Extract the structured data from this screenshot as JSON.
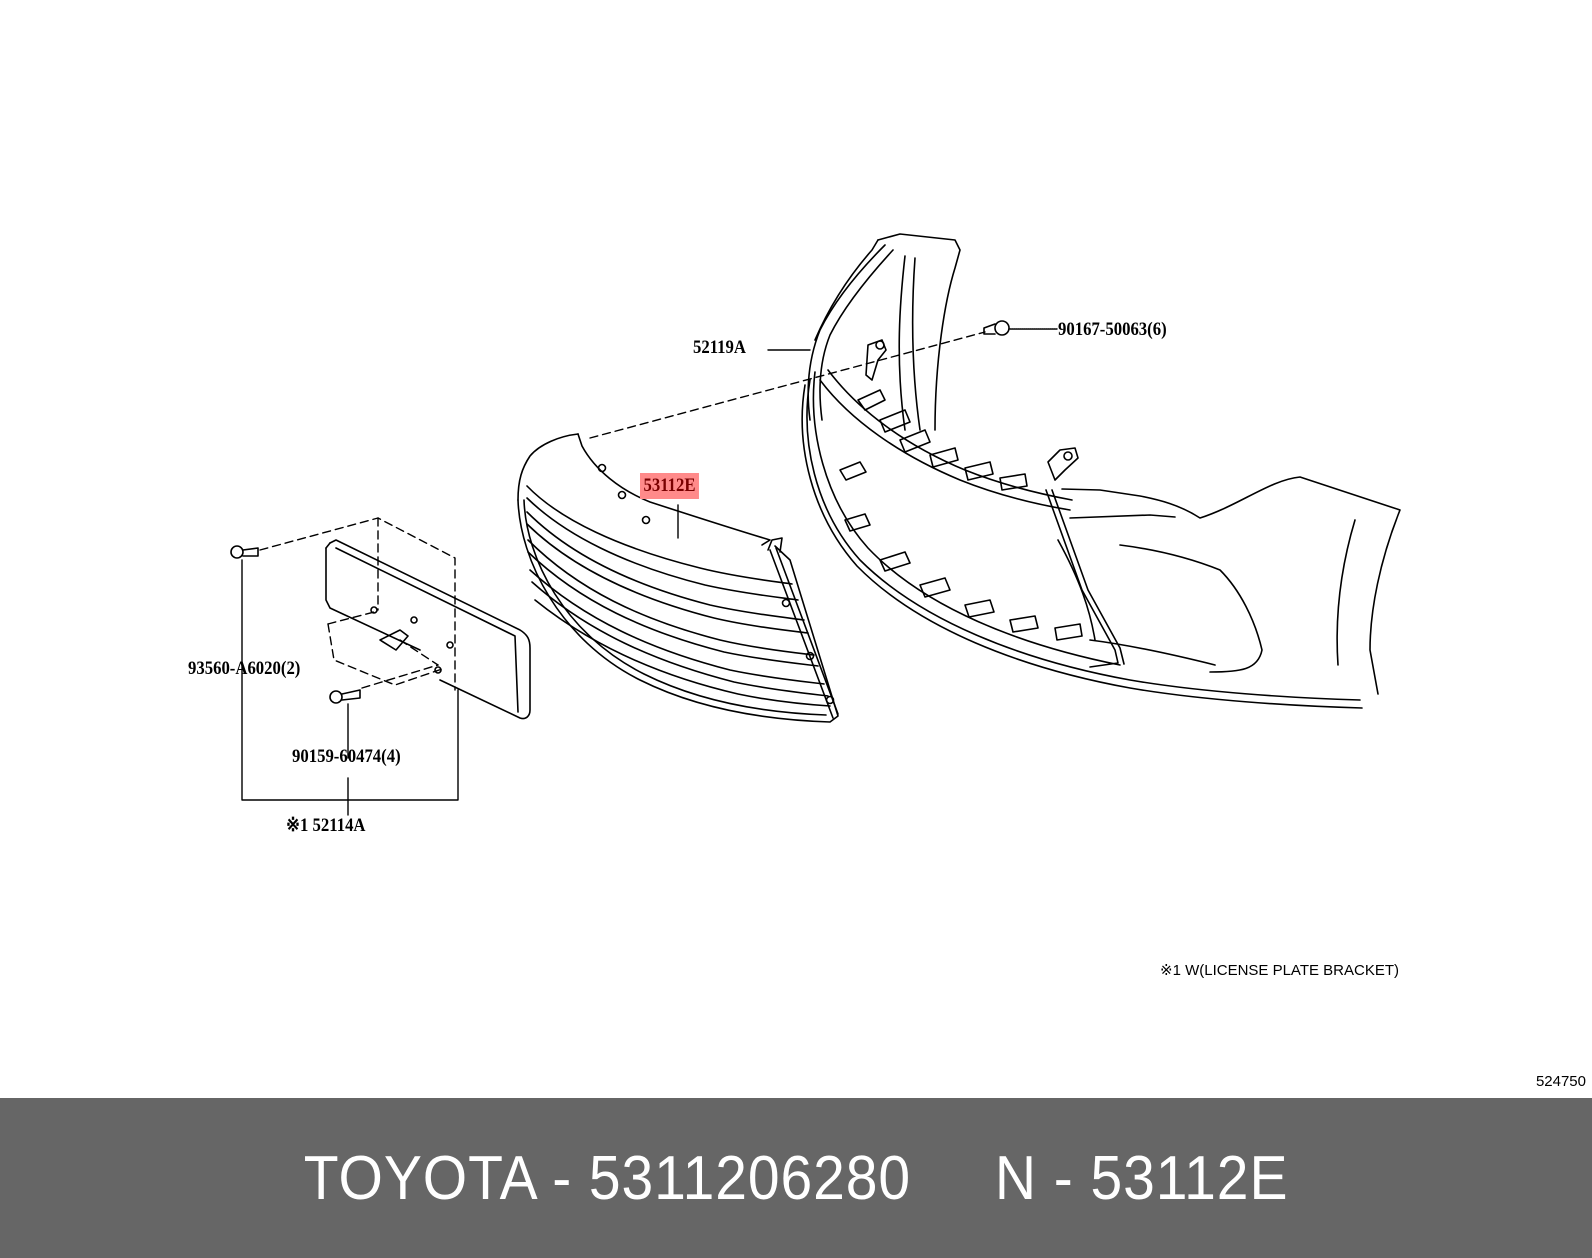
{
  "diagram": {
    "callouts": [
      {
        "id": "52119A",
        "label": "52119A",
        "highlighted": false
      },
      {
        "id": "90167-50063",
        "label": "90167-50063(6)",
        "highlighted": false
      },
      {
        "id": "53112E",
        "label": "53112E",
        "highlighted": true,
        "highlight_color": "#ff8a8a",
        "text_color": "#7a0000"
      },
      {
        "id": "93560-A6020",
        "label": "93560-A6020(2)",
        "highlighted": false
      },
      {
        "id": "90159-60474",
        "label": "90159-60474(4)",
        "highlighted": false
      },
      {
        "id": "52114A",
        "label": "※1 52114A",
        "highlighted": false
      }
    ],
    "note": "※1 W(LICENSE PLATE BRACKET)",
    "figure_number": "524750"
  },
  "footer": {
    "brand": "TOYOTA",
    "part_number": "5311206280",
    "ref_prefix": "N",
    "ref_code": "53112E",
    "text": "TOYOTA - 5311206280     N - 53112E",
    "background": "#666666"
  }
}
